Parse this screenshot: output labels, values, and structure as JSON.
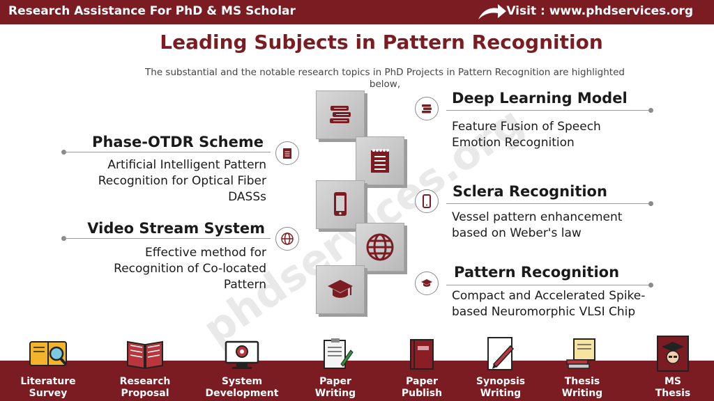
{
  "header": {
    "left_text": "Research Assistance For PhD & MS Scholar",
    "right_text": "Visit : www.phdservices.org"
  },
  "title": "Leading Subjects in Pattern Recognition",
  "subtitle": "The substantial and the notable research topics in PhD Projects in Pattern Recognition are highlighted below,",
  "watermark": "phdservices.org",
  "topics": [
    {
      "heading": "Deep Learning Model",
      "desc": "Feature Fusion of Speech Emotion Recognition",
      "icon": "books-icon"
    },
    {
      "heading": "Phase-OTDR Scheme",
      "desc": "Artificial Intelligent Pattern Recognition for Optical Fiber DASSs",
      "icon": "notepad-icon"
    },
    {
      "heading": "Sclera Recognition",
      "desc": " Vessel pattern enhancement based on Weber's law",
      "icon": "mobile-icon"
    },
    {
      "heading": "Video Stream System",
      "desc": "Effective method for Recognition of Co-located Pattern",
      "icon": "globe-icon"
    },
    {
      "heading": "Pattern Recognition",
      "desc": "Compact and Accelerated Spike-based Neuromorphic VLSI Chip",
      "icon": "graduation-cap-icon"
    }
  ],
  "footer": [
    {
      "line1": "Literature",
      "line2": "Survey",
      "icon": "book-magnifier-icon"
    },
    {
      "line1": "Research",
      "line2": "Proposal",
      "icon": "open-book-icon"
    },
    {
      "line1": "System",
      "line2": "Development",
      "icon": "monitor-gear-icon"
    },
    {
      "line1": "Paper",
      "line2": "Writing",
      "icon": "clipboard-icon"
    },
    {
      "line1": "Paper",
      "line2": "Publish",
      "icon": "closed-book-icon"
    },
    {
      "line1": "Synopsis",
      "line2": "Writing",
      "icon": "pen-paper-icon"
    },
    {
      "line1": "Thesis",
      "line2": "Writing",
      "icon": "scroll-icon"
    },
    {
      "line1": "MS",
      "line2": "Thesis",
      "icon": "graduate-icon"
    }
  ],
  "colors": {
    "brand": "#7a1c22",
    "block": "#c4c4c4",
    "line": "#9a9a9a"
  }
}
